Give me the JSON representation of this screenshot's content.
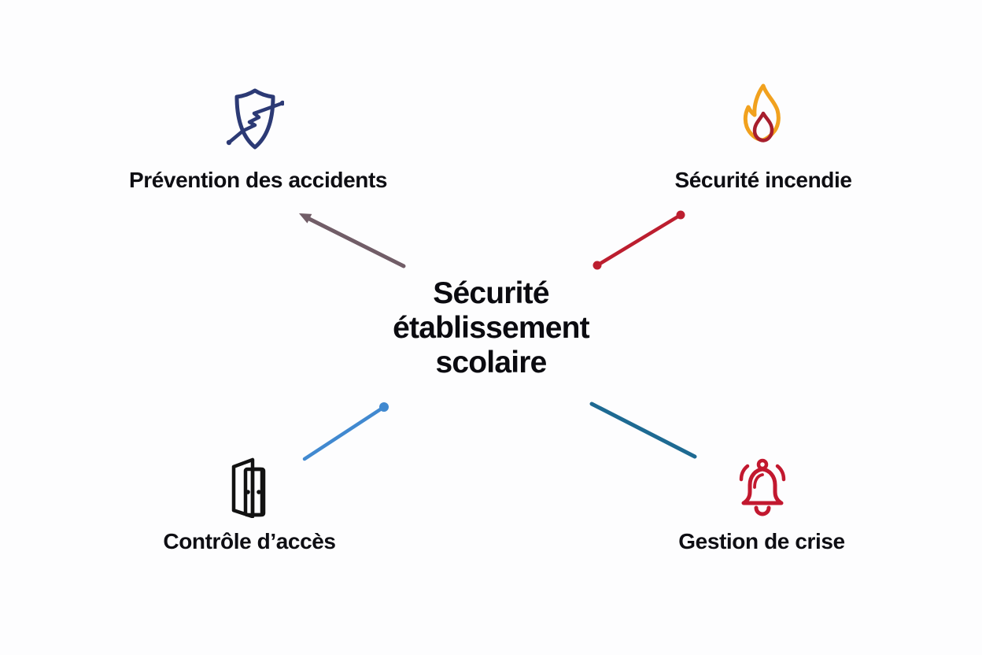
{
  "diagram": {
    "type": "mind-map",
    "background": "#fdfdfe",
    "text_color": "#0e0e13",
    "central": {
      "title": "Sécurité établissement scolaire",
      "title_lines": [
        "Sécurité",
        "établissement",
        "scolaire"
      ]
    },
    "nodes": [
      {
        "id": "prevention-accidents",
        "label": "Prévention des accidents",
        "icon": "shield-activity-icon",
        "colors": {
          "primary": "#2c3a75"
        }
      },
      {
        "id": "securite-incendie",
        "label": "Sécurité incendie",
        "icon": "flame-icon",
        "colors": {
          "primary": "#f1a11e",
          "secondary": "#a71e2d"
        }
      },
      {
        "id": "controle-acces",
        "label": "Contrôle d’accès",
        "icon": "open-door-icon",
        "colors": {
          "primary": "#121212"
        }
      },
      {
        "id": "gestion-crise",
        "label": "Gestion de crise",
        "icon": "alert-bell-icon",
        "colors": {
          "primary": "#c2182f"
        }
      }
    ],
    "connectors": [
      {
        "to": "prevention-accidents",
        "style": "arrowhead-at-node",
        "color": "#715d67"
      },
      {
        "to": "securite-incendie",
        "style": "dots-both-ends",
        "color": "#bc1e2f"
      },
      {
        "to": "controle-acces",
        "style": "dot-at-center-end",
        "color": "#4189d0"
      },
      {
        "to": "gestion-crise",
        "style": "plain",
        "color": "#1e6a92"
      }
    ]
  }
}
